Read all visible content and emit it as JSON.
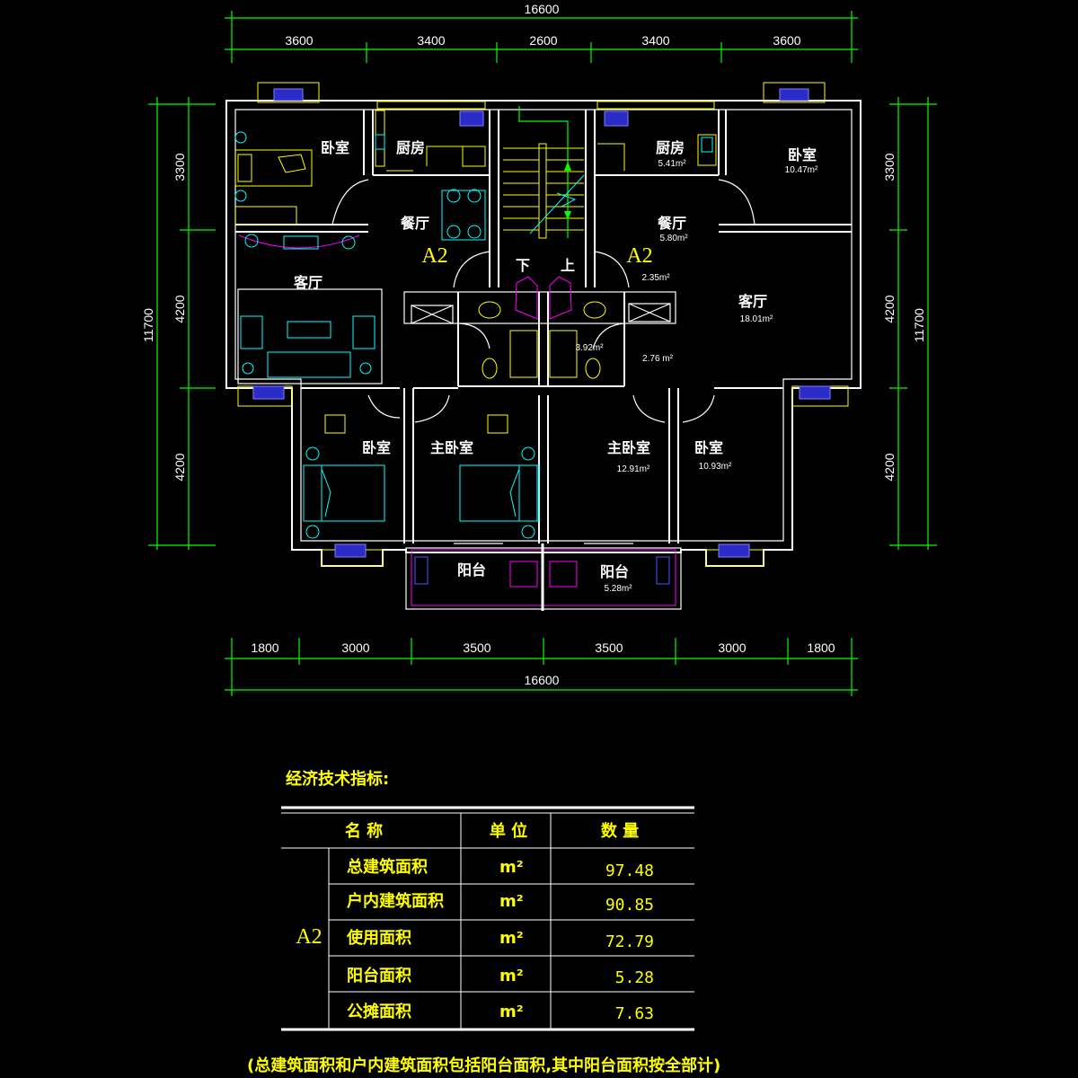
{
  "dimensions": {
    "top_total": "16600",
    "top_segments": [
      "3600",
      "3400",
      "2600",
      "3400",
      "3600"
    ],
    "bottom_segments": [
      "1800",
      "3000",
      "3500",
      "3500",
      "3000",
      "1800"
    ],
    "bottom_total": "16600",
    "left_total": "11700",
    "left_segments": [
      "3300",
      "4200",
      "4200"
    ],
    "right_total": "11700",
    "right_segments": [
      "3300",
      "4200",
      "4200"
    ]
  },
  "rooms": {
    "left_bedroom_top": "卧室",
    "left_kitchen": "厨房",
    "left_dining": "餐厅",
    "left_living": "客厅",
    "left_bedroom_bottom": "卧室",
    "left_master": "主卧室",
    "left_balcony": "阳台",
    "stair_down": "下",
    "stair_up": "上",
    "right_kitchen": "厨房",
    "right_bedroom_top": "卧室",
    "right_dining": "餐厅",
    "right_living": "客厅",
    "right_master": "主卧室",
    "right_bedroom_bottom": "卧室",
    "right_balcony": "阳台"
  },
  "unit_tags": {
    "left": "A2",
    "right": "A2"
  },
  "areas": {
    "right_kitchen": "5.41m²",
    "right_bedroom_top": "10.47m²",
    "right_dining": "5.80m²",
    "corridor": "2.35m²",
    "right_living": "18.01m²",
    "bathroom": "3.92m²",
    "hall": "2.76 m²",
    "right_master": "12.91m²",
    "right_bedroom_bottom": "10.93m²",
    "right_balcony": "5.28m²"
  },
  "table": {
    "title": "经济技术指标:",
    "headers": [
      "名 称",
      "单 位",
      "数 量"
    ],
    "group_label": "A2",
    "rows": [
      {
        "name": "总建筑面积",
        "unit": "m²",
        "value": "97.48"
      },
      {
        "name": "户内建筑面积",
        "unit": "m²",
        "value": "90.85"
      },
      {
        "name": "使用面积",
        "unit": "m²",
        "value": "72.79"
      },
      {
        "name": "阳台面积",
        "unit": "m²",
        "value": "5.28"
      },
      {
        "name": "公摊面积",
        "unit": "m²",
        "value": "7.63"
      }
    ],
    "note": "(总建筑面积和户内建筑面积包括阳台面积,其中阳台面积按全部计)"
  },
  "colors": {
    "background": "#000000",
    "walls": "#ffffff",
    "dimension_lines": "#00ff00",
    "labels_yellow": "#ffff00",
    "furniture_cyan": "#00ffff",
    "furniture_magenta": "#ff00ff",
    "windows_blue": "#2b2bc8"
  }
}
